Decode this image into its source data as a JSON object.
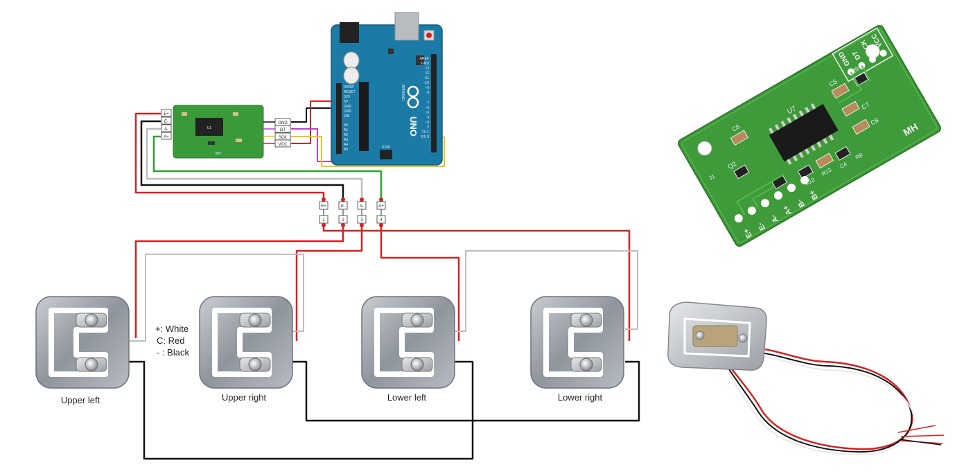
{
  "hx711": {
    "input_pins": [
      "E+",
      "E-",
      "A-",
      "A+"
    ],
    "output_pins": [
      "GND",
      "DT",
      "SCK",
      "VCC"
    ],
    "board_label": "MH",
    "chip_label": "U1"
  },
  "arduino": {
    "name": "UNO",
    "header_labels": [
      "IOREF",
      "RESET",
      "3V3",
      "5V",
      "GND",
      "GND",
      "VIN",
      "A0",
      "A1",
      "A2",
      "A3",
      "A4",
      "A5",
      "AREF",
      "GND",
      "13",
      "12",
      "~11",
      "~10",
      "~9",
      "8",
      "7",
      "~6",
      "~5",
      "4",
      "~3",
      "2",
      "TX 1",
      "RX 0"
    ],
    "icsp_label": "ICSP",
    "brand_text": "ARDUINO"
  },
  "connector": {
    "pins": [
      {
        "label": "E+",
        "number": "1"
      },
      {
        "label": "E-",
        "number": "2"
      },
      {
        "label": "A-",
        "number": "3"
      },
      {
        "label": "A+",
        "number": "4"
      }
    ]
  },
  "legend": {
    "lines": [
      "+: White",
      "C: Red",
      "- : Black"
    ]
  },
  "load_cells": [
    {
      "label": "Upper left"
    },
    {
      "label": "Upper right"
    },
    {
      "label": "Lower left"
    },
    {
      "label": "Lower right"
    }
  ],
  "pcb_photo": {
    "top_pins": [
      "GND",
      "DT",
      "SCK",
      "VCC"
    ],
    "side_pins": [
      "E+",
      "E-",
      "A-",
      "A+",
      "B-",
      "B+"
    ],
    "components": [
      "C6",
      "U7",
      "Q2",
      "R9",
      "C5",
      "C7",
      "C8",
      "R12",
      "R13",
      "C4",
      "R8",
      "J1"
    ],
    "board_label": "MH"
  },
  "colors": {
    "red_wire": "#d32222",
    "black_wire": "#111111",
    "white_wire": "#bdbdbd",
    "green_wire": "#2da62d",
    "yellow_wire": "#f0c419",
    "magenta_wire": "#c040c8",
    "arduino_blue": "#1c7aa6",
    "hx711_green": "#3a9a3a",
    "pcb_green": "#3f9a3a"
  }
}
